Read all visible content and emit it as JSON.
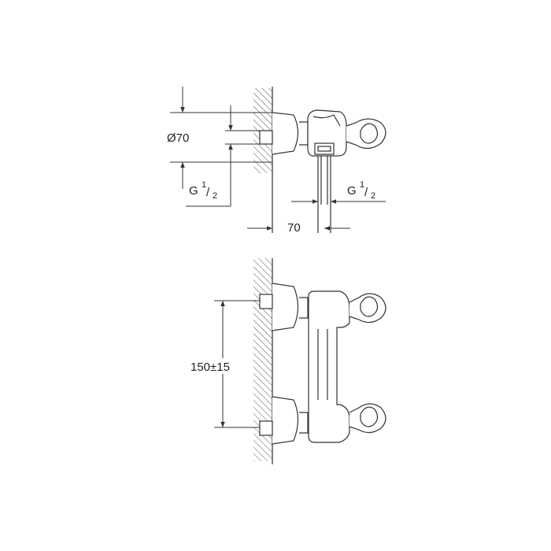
{
  "labels": {
    "diameter": "Ø70",
    "thread_left_main": "G",
    "thread_left_num": "1",
    "thread_left_den": "2",
    "thread_right_main": "G",
    "thread_right_num": "1",
    "thread_right_den": "2",
    "depth": "70",
    "spacing": "150±15"
  },
  "colors": {
    "line": "#333333",
    "hatch": "#555555",
    "background": "#ffffff"
  }
}
